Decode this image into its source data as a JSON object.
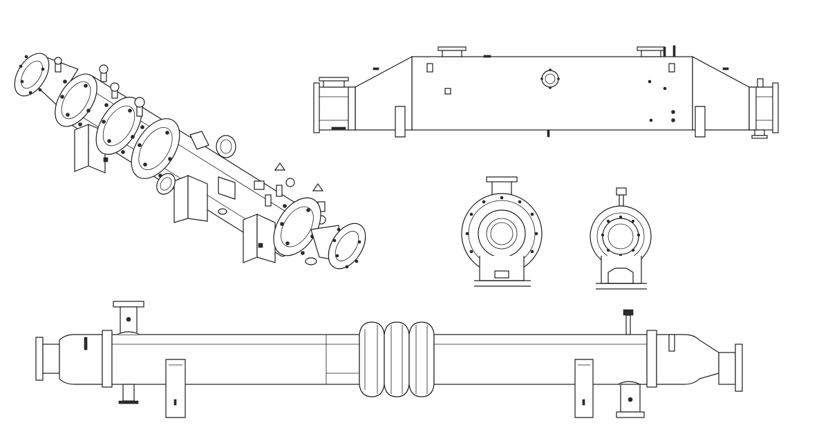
{
  "drawing": {
    "line_color": "#1a1a1a",
    "fill_color": "#ffffff",
    "detail_fill": "#2b2b2b",
    "views": [
      {
        "id": "isometric",
        "icon": "heat-exchanger-isometric"
      },
      {
        "id": "top",
        "icon": "heat-exchanger-top"
      },
      {
        "id": "end-left",
        "icon": "heat-exchanger-end-inlet"
      },
      {
        "id": "end-right",
        "icon": "heat-exchanger-end-outlet"
      },
      {
        "id": "front",
        "icon": "heat-exchanger-front-with-expansion-joint"
      }
    ],
    "markers": [
      {
        "id": "warning-tag-1",
        "icon": "triangle-tag"
      },
      {
        "id": "warning-tag-2",
        "icon": "triangle-tag"
      }
    ]
  }
}
